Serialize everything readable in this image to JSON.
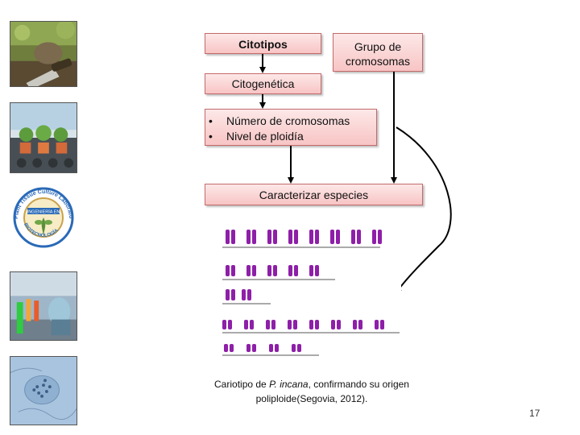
{
  "flow": {
    "citotipos": "Citotipos",
    "grupo_de_cromosomas": "Grupo de cromosomas",
    "citogenetica": "Citogenética",
    "analysis_items": [
      "Número de cromosomas",
      "Nivel de ploidía"
    ],
    "caracterizar": "Caracterizar especies"
  },
  "figure": {
    "caption_pre": "Cariotipo de ",
    "caption_species": "P. incana",
    "caption_post": ", confirmando su origen poliploide(Segovia, 2012)."
  },
  "sidebar_images": [
    {
      "icon": "field-sampling-photo"
    },
    {
      "icon": "potted-plants-photo"
    },
    {
      "icon": "plant-tissue-culture-lab-logo",
      "logo_text": "Plant Tissue Culture Laboratory",
      "banner_text": "INGENIERÍA EN",
      "bottom_text": "BIOTECNOLOGÍA"
    },
    {
      "icon": "laboratory-photo"
    },
    {
      "icon": "micrograph-photo"
    }
  ],
  "colors": {
    "box_fill": "#f8c4c4",
    "box_border": "#c46a6a",
    "arrow": "#000000",
    "chromosome": "#8e1fa8"
  },
  "page_number": "17"
}
